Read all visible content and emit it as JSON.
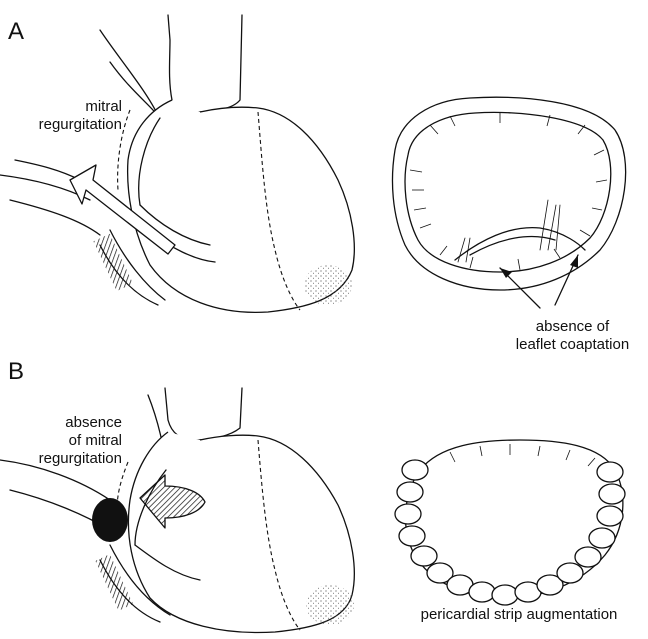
{
  "panels": [
    {
      "letter": "A",
      "heart_label": "mitral\nregurgitation",
      "valve_label": "absence of\nleaflet coaptation"
    },
    {
      "letter": "B",
      "heart_label": "absence\nof mitral\nregurgitation",
      "valve_label": "pericardial strip augmentation"
    }
  ]
}
